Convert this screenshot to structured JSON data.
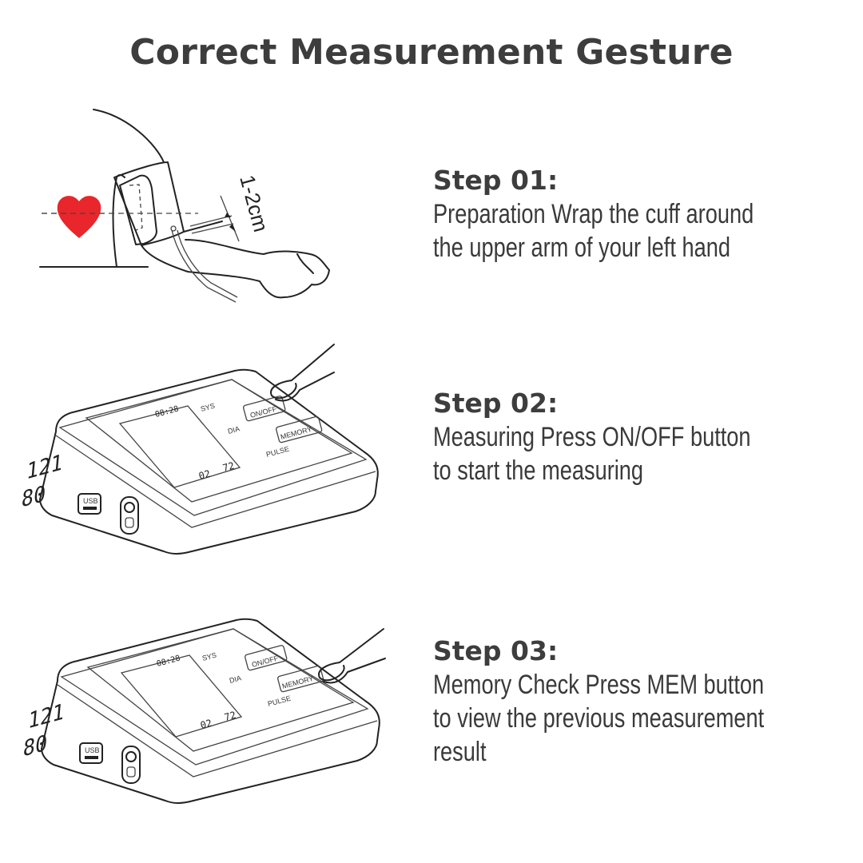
{
  "title": "Correct Measurement Gesture",
  "steps": [
    {
      "heading": "Step 01:",
      "lines": [
        "Preparation Wrap the cuff around",
        "the upper arm of your left hand"
      ]
    },
    {
      "heading": "Step 02:",
      "lines": [
        "Measuring Press ON/OFF button",
        "to start the measuring"
      ]
    },
    {
      "heading": "Step 03:",
      "lines": [
        "Memory Check Press MEM button",
        "to view the previous measurement",
        "result"
      ]
    }
  ],
  "arm_diagram": {
    "distance_label": "1-2cm",
    "heart_color": "#e8262b",
    "icons": [
      "heart-icon",
      "arm-cuff-illustration"
    ]
  },
  "device": {
    "time": "08:28",
    "sys_value": "121",
    "dia_value": "80",
    "pulse_value": "72",
    "memory_index": "02",
    "labels": {
      "sys": "SYS",
      "dia": "DIA",
      "pulse": "PULSE",
      "onoff": "ON/OFF",
      "memory": "MEMORY",
      "usb": "USB"
    }
  }
}
